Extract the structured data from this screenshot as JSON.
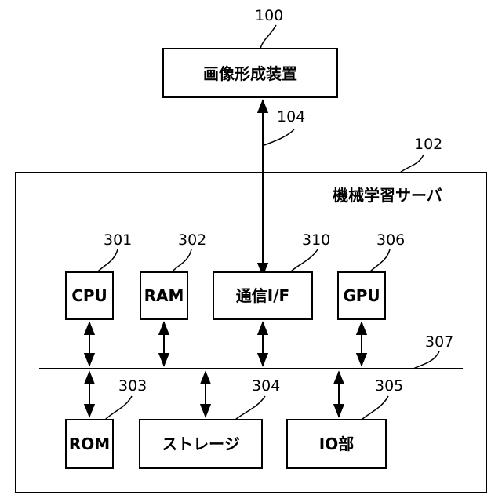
{
  "diagram": {
    "top_device": {
      "label": "画像形成装置",
      "ref": "100"
    },
    "link": {
      "ref": "104"
    },
    "server": {
      "label": "機械学習サーバ",
      "ref": "102"
    },
    "bus": {
      "ref": "307"
    },
    "upper_components": {
      "cpu": {
        "label": "CPU",
        "ref": "301"
      },
      "ram": {
        "label": "RAM",
        "ref": "302"
      },
      "comm_if": {
        "label": "通信I/F",
        "ref": "310"
      },
      "gpu": {
        "label": "GPU",
        "ref": "306"
      }
    },
    "lower_components": {
      "rom": {
        "label": "ROM",
        "ref": "303"
      },
      "storage": {
        "label": "ストレージ",
        "ref": "304"
      },
      "io": {
        "label": "IO部",
        "ref": "305"
      }
    },
    "colors": {
      "line": "#000000",
      "background": "#ffffff"
    }
  }
}
